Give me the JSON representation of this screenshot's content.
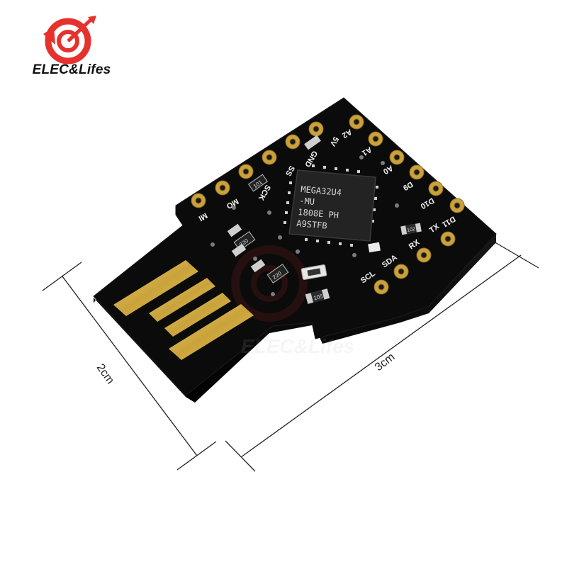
{
  "brand": {
    "name": "ELEC&Lifes",
    "watermark": "ELEC&Lifes"
  },
  "chip": {
    "lines": [
      "MEGA32U4",
      "-MU",
      "1808E PH",
      "A9STFB"
    ]
  },
  "pins": {
    "top_row": [
      "MI",
      "MO",
      "SCK",
      "SS",
      "GND",
      "5V"
    ],
    "right_col": [
      "A2",
      "A1",
      "A0",
      "D9",
      "D10",
      "D11",
      "TX"
    ],
    "bottom": [
      "SCL",
      "SDA",
      "RX"
    ]
  },
  "components": [
    "101",
    "220",
    "220",
    "105",
    "102"
  ],
  "dimensions": {
    "height": "2cm",
    "width": "3cm"
  },
  "colors": {
    "board": "#0b0b0b",
    "gold": "#d8b24a",
    "logo_red": "#e5322d"
  }
}
